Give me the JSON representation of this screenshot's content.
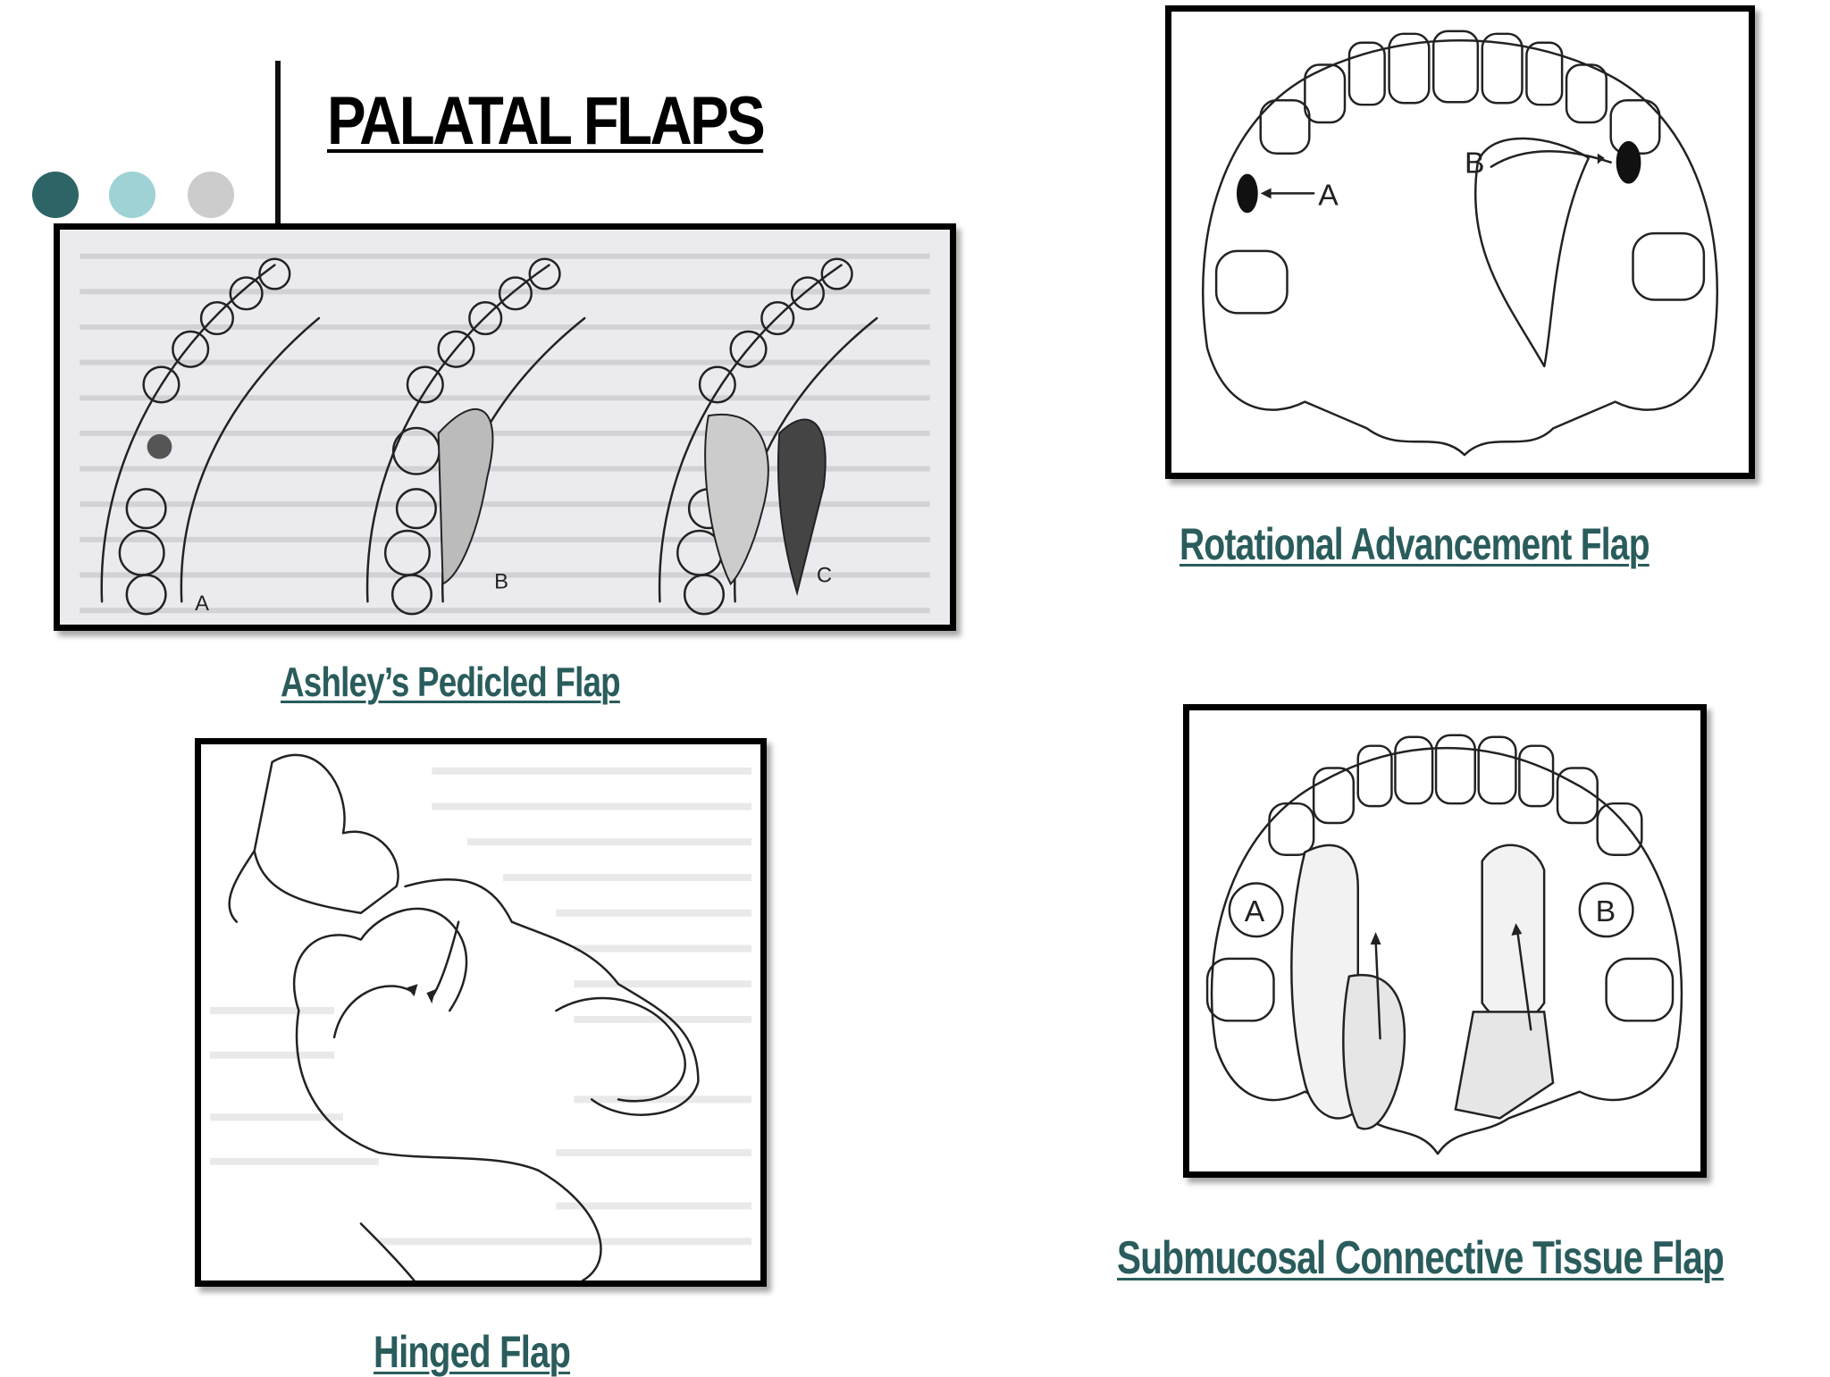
{
  "slide": {
    "title": "PALATAL FLAPS",
    "accent_dots": [
      "#2d6466",
      "#9ed2d4",
      "#cccccc"
    ]
  },
  "figures": [
    {
      "caption": "Ashley’s Pedicled Flap",
      "labels": [
        "A",
        "B",
        "C"
      ]
    },
    {
      "caption": "Rotational Advancement Flap",
      "labels": [
        "A",
        "B"
      ]
    },
    {
      "caption": "Hinged Flap"
    },
    {
      "caption": "Submucosal Connective Tissue Flap",
      "labels": [
        "A",
        "B"
      ]
    }
  ],
  "colors": {
    "caption": "#2a5c5c",
    "frame": "#000000"
  }
}
